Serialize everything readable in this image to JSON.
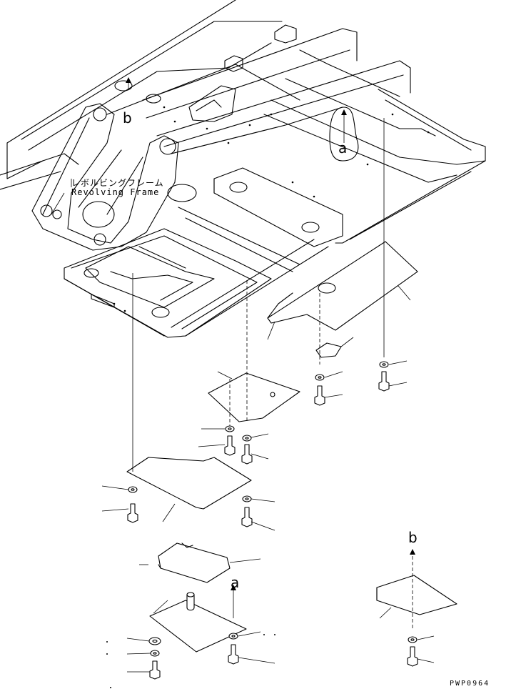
{
  "labels": {
    "frame_jp": "レボルビングフレーム",
    "frame_en": "Revolving Frame",
    "ref_a": "a",
    "ref_b": "b",
    "drawing_code": "PWP0964"
  }
}
